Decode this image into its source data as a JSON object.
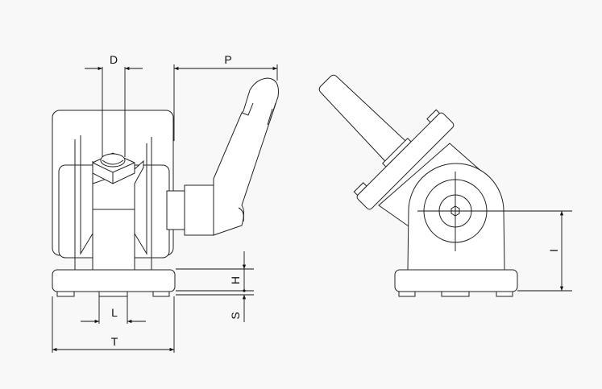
{
  "dimensions": {
    "D": "D",
    "P": "P",
    "H": "H",
    "S": "S",
    "L": "L",
    "T": "T",
    "I": "I"
  },
  "colors": {
    "background": "#f8f8f8",
    "line": "#222222"
  }
}
